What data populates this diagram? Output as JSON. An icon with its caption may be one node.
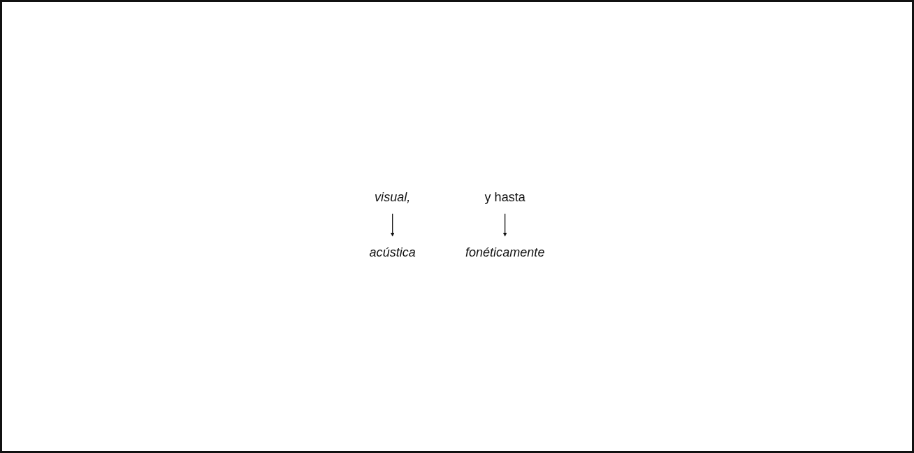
{
  "diagram": {
    "nodes": [
      {
        "text": [
          "visual,"
        ]
      },
      {
        "text": [
          "acústica"
        ]
      },
      {
        "text": [
          "y hasta"
        ]
      },
      {
        "text": [
          "fonéticamente"
        ]
      }
    ],
    "edges": [
      {
        "from": 0,
        "to": 1,
        "arrow": "to"
      },
      {
        "from": 2,
        "to": 3,
        "arrow": "to"
      }
    ]
  }
}
